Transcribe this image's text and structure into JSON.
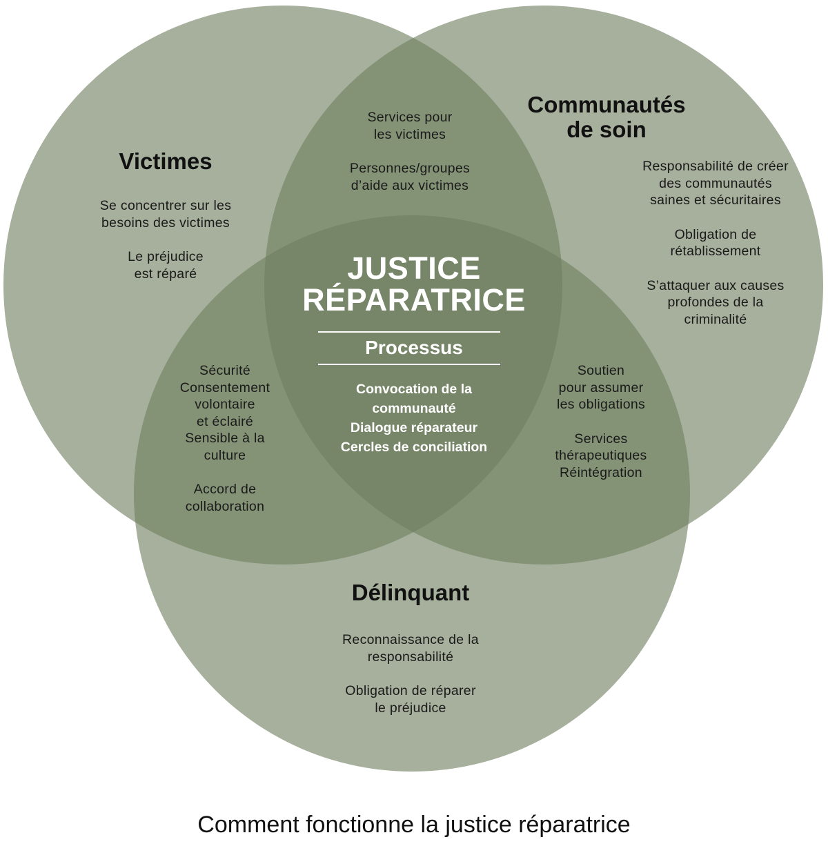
{
  "colors": {
    "circle_fill": "#6f7f5f",
    "background": "#ffffff",
    "center_text": "#ffffff"
  },
  "victimes": {
    "heading": "Victimes",
    "item1": [
      "Se concentrer sur les",
      "besoins des victimes"
    ],
    "item2": [
      "Le préjudice",
      "est réparé"
    ]
  },
  "communautes": {
    "heading": [
      "Communautés",
      "de soin"
    ],
    "item1": [
      "Responsabilité de créer",
      "des communautés",
      "saines et sécuritaires"
    ],
    "item2": [
      "Obligation de",
      "rétablissement"
    ],
    "item3": [
      "S’attaquer aux causes",
      "profondes de la",
      "criminalité"
    ]
  },
  "delinquant": {
    "heading": "Délinquant",
    "item1": [
      "Reconnaissance de la",
      "responsabilité"
    ],
    "item2": [
      "Obligation de réparer",
      "le préjudice"
    ]
  },
  "overlap_victimes_communautes": {
    "item1": [
      "Services pour",
      "les victimes"
    ],
    "item2": [
      "Personnes/groupes",
      "d’aide aux victimes"
    ]
  },
  "overlap_victimes_delinquant": {
    "item1": [
      "Sécurité",
      "Consentement",
      "volontaire",
      "et éclairé",
      "Sensible à la",
      "culture"
    ],
    "item2": [
      "Accord de",
      "collaboration"
    ]
  },
  "overlap_communautes_delinquant": {
    "item1": [
      "Soutien",
      "pour assumer",
      "les obligations"
    ],
    "item2": [
      "Services",
      "thérapeutiques",
      "Réintégration"
    ]
  },
  "center": {
    "title": [
      "JUSTICE",
      "RÉPARATRICE"
    ],
    "subtitle": "Processus",
    "items": [
      "Convocation de la",
      "communauté",
      "Dialogue réparateur",
      "Cercles de conciliation"
    ]
  },
  "caption": "Comment fonctionne la justice réparatrice"
}
